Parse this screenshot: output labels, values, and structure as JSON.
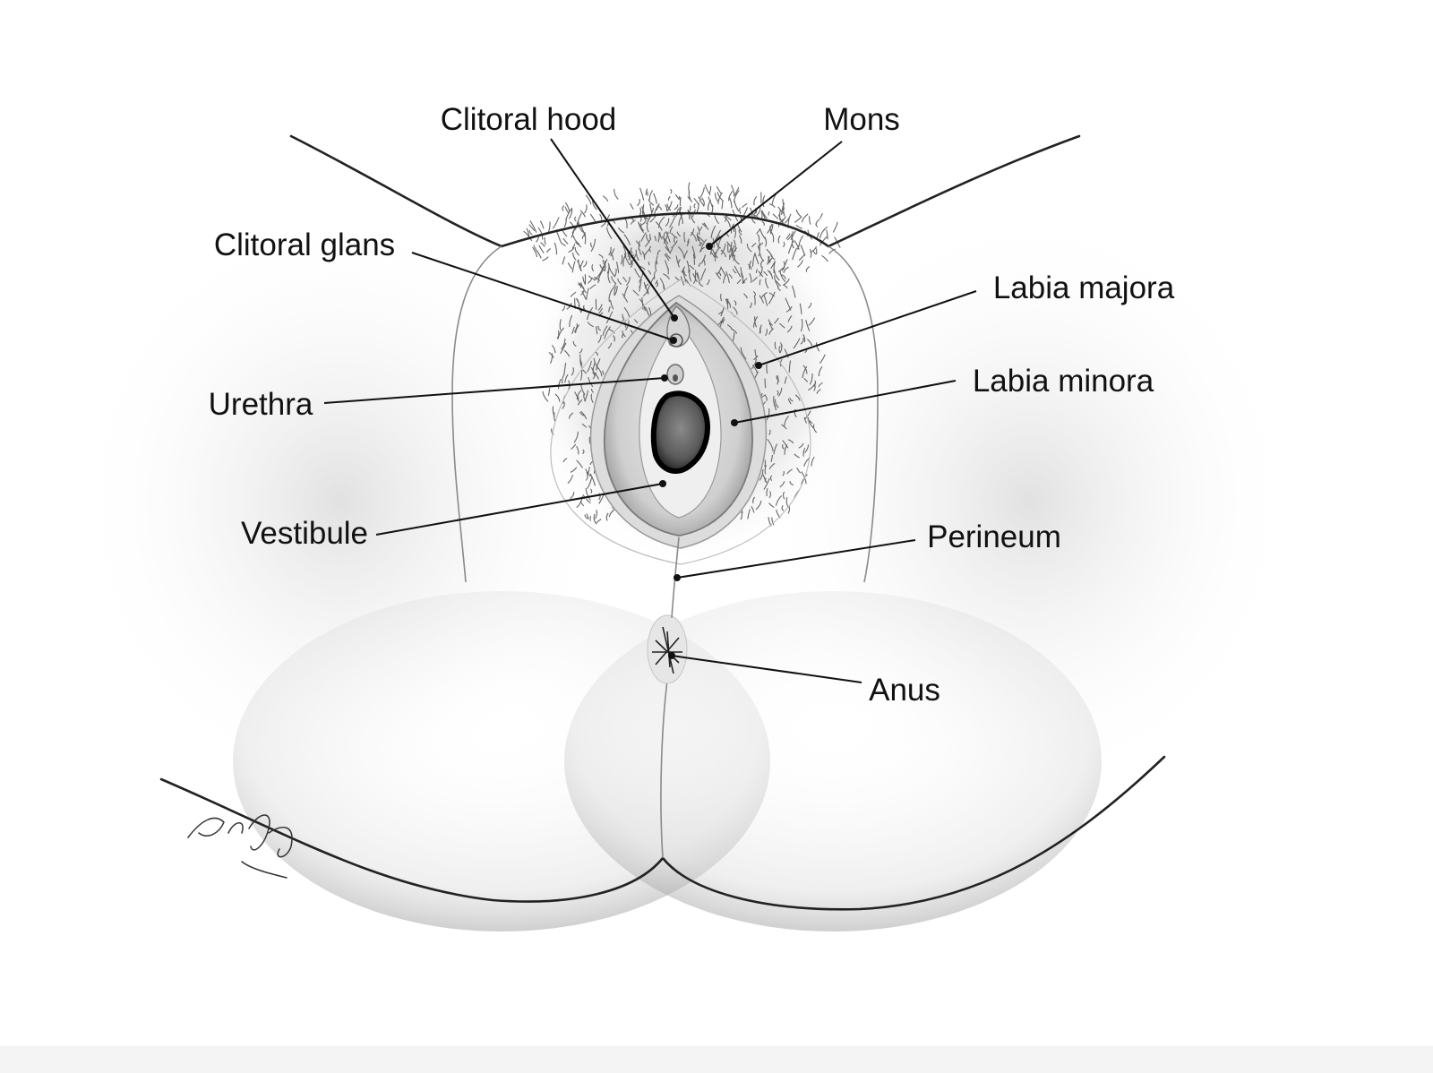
{
  "labels": {
    "clitoral_hood": "Clitoral hood",
    "mons": "Mons",
    "clitoral_glans": "Clitoral glans",
    "labia_majora": "Labia majora",
    "urethra": "Urethra",
    "labia_minora": "Labia minora",
    "vestibule": "Vestibule",
    "perineum": "Perineum",
    "anus": "Anus"
  },
  "signature": "Lisa Clark",
  "colors": {
    "ink": "#111111",
    "shade": "#9a9a9a",
    "background": "#ffffff"
  }
}
